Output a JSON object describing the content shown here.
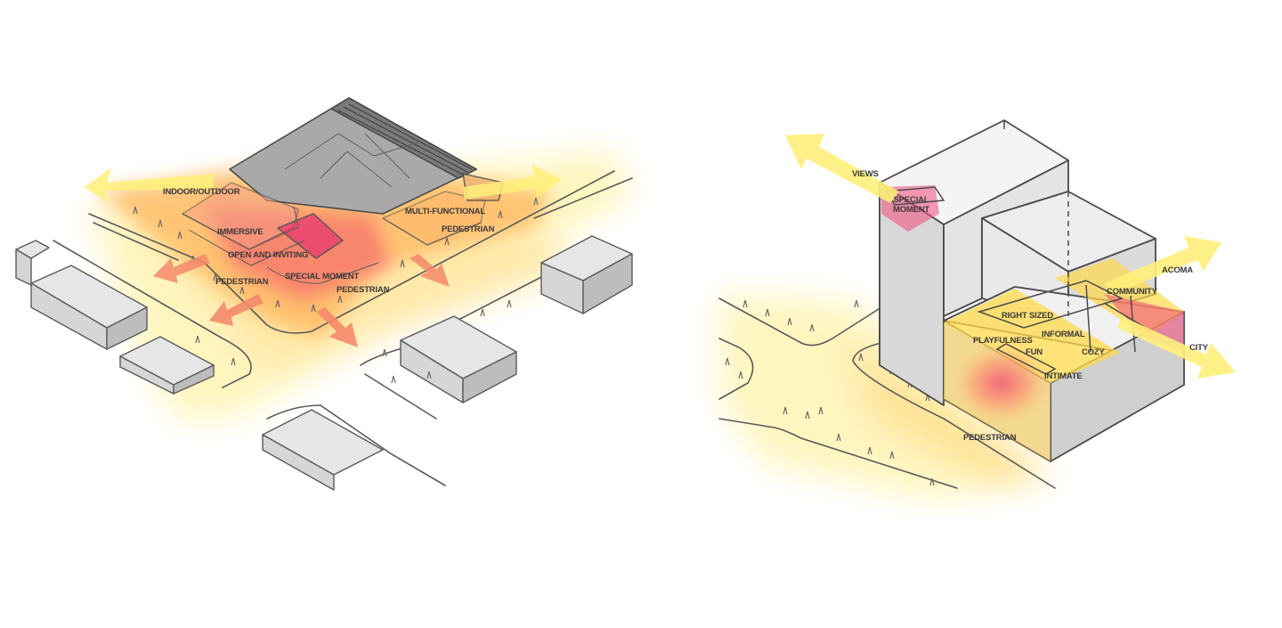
{
  "left_diagram": {
    "labels": {
      "indoor_outdoor": "INDOOR/OUTDOOR",
      "immersive": "IMMERSIVE",
      "open_and_inviting": "OPEN AND INVITING",
      "pedestrian_a": "PEDESTRIAN",
      "special_moment": "SPECIAL MOMENT",
      "pedestrian_b": "PEDESTRIAN",
      "multi_functional": "MULTI-FUNCTIONAL",
      "pedestrian_c": "PEDESTRIAN"
    }
  },
  "right_diagram": {
    "labels": {
      "views": "VIEWS",
      "special_moment_1": "SPECIAL",
      "special_moment_2": "MOMENT",
      "acoma": "ACOMA",
      "community": "COMMUNITY",
      "right_sized": "RIGHT SIZED",
      "playfulness": "PLAYFULNESS",
      "informal": "INFORMAL",
      "fun": "FUN",
      "cozy": "COZY",
      "intimate": "INTIMATE",
      "city": "CITY",
      "pedestrian": "PEDESTRIAN"
    }
  },
  "colors": {
    "glow_yellow": "#fff2a8",
    "glow_orange": "#ffb347",
    "glow_pink": "#f0487a",
    "arrow_yellow": "#fff07a",
    "arrow_coral": "#f48a6a",
    "building_gray": "#c9c9c9",
    "roof_gray": "#a9a9a9",
    "sketch_line": "#5a5a5a"
  }
}
